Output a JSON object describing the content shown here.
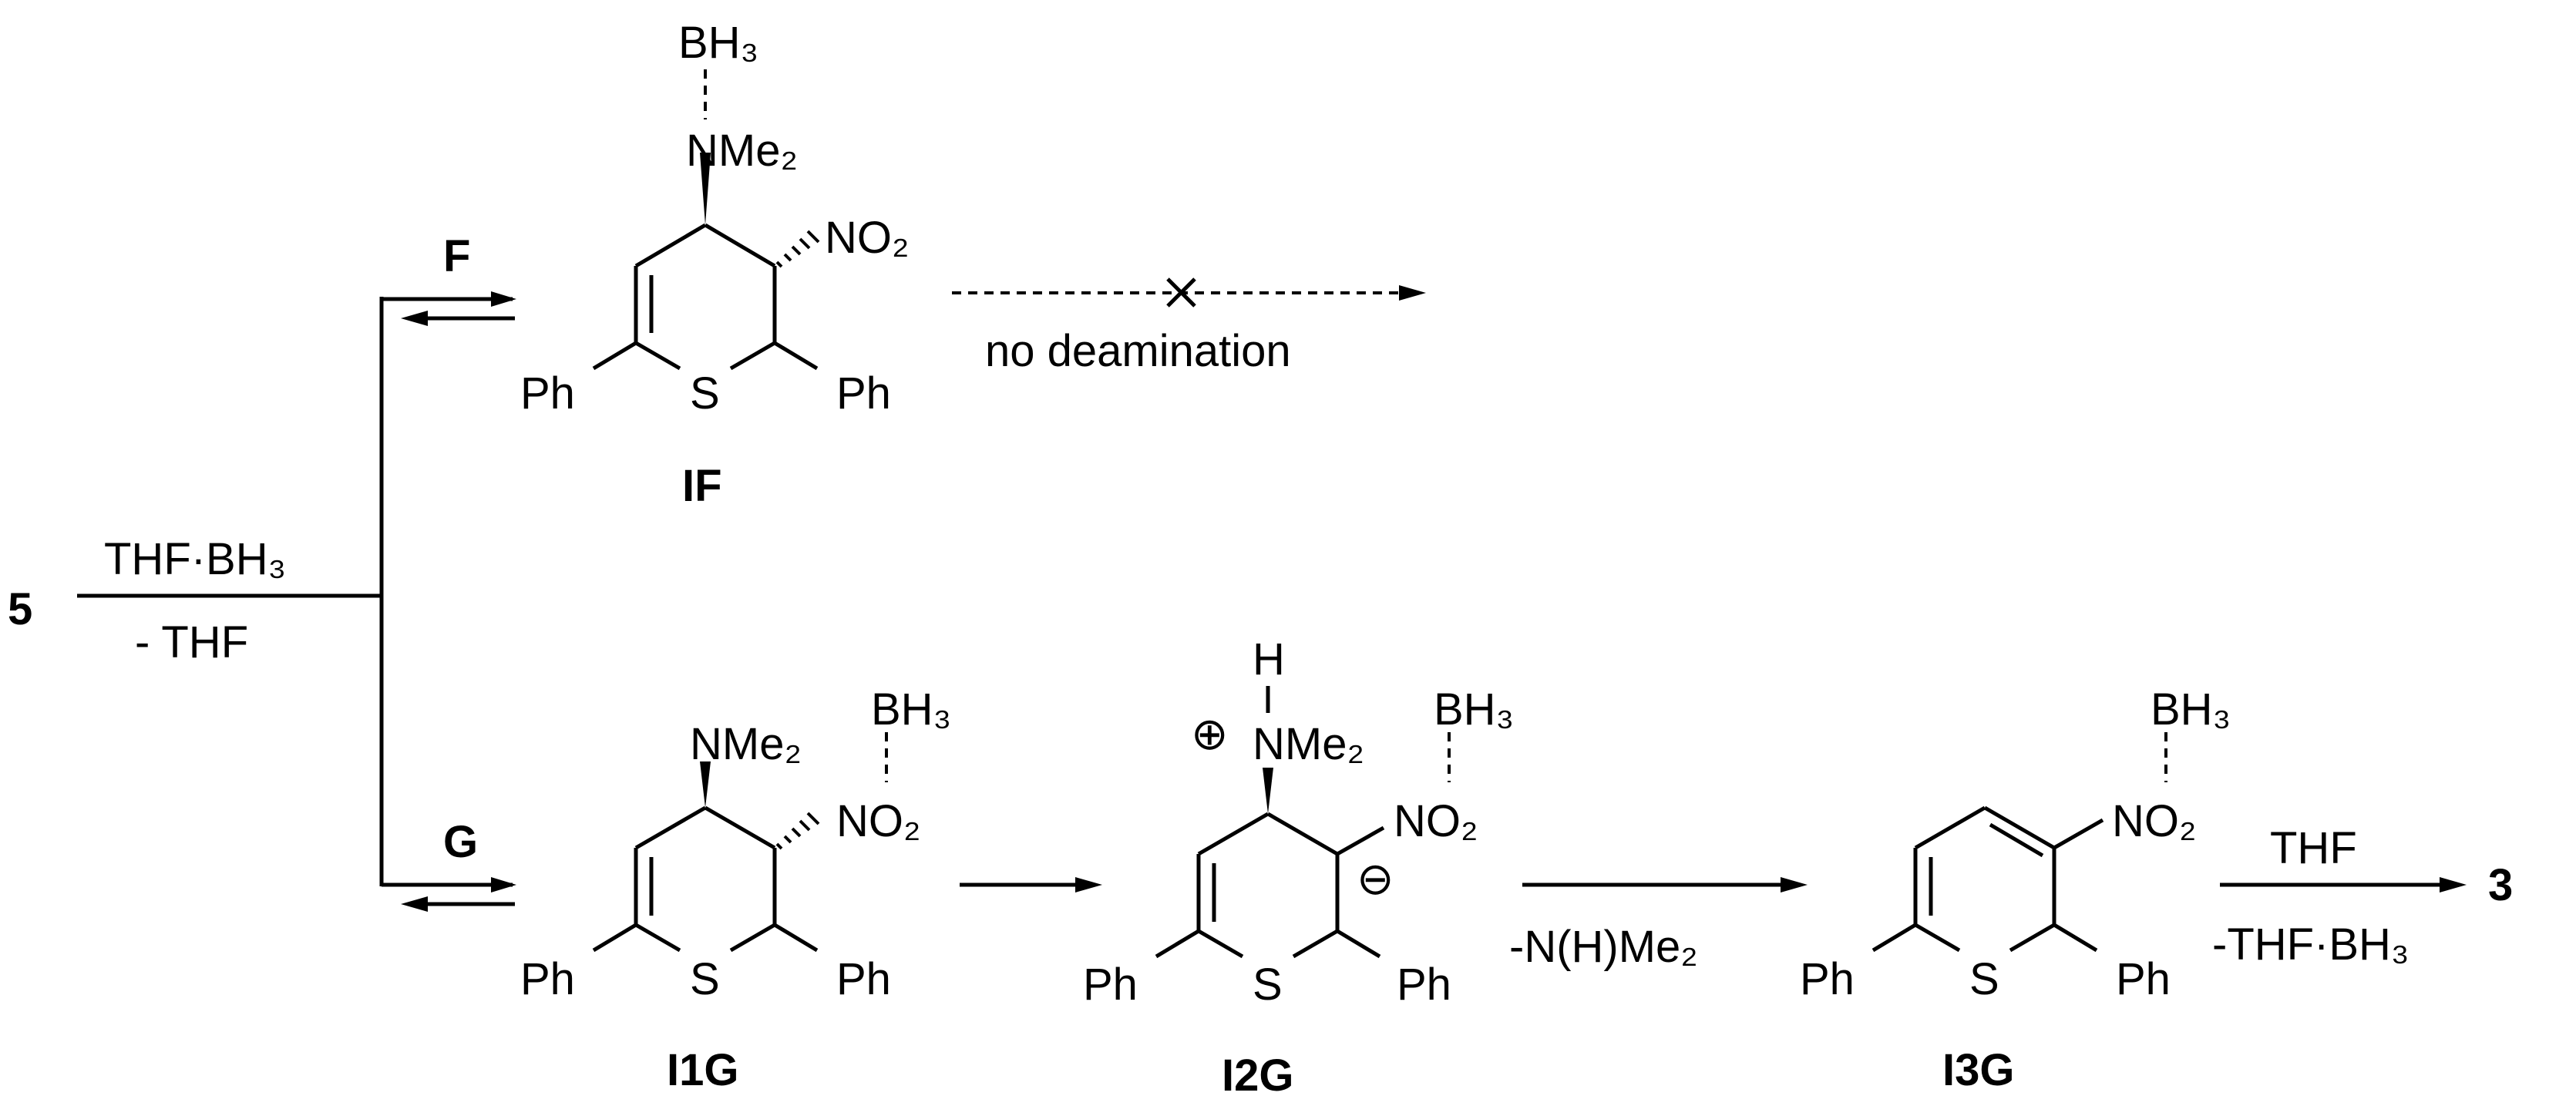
{
  "start_compound": "5",
  "product": "3",
  "reagent_main": {
    "above": "THF·BH₃",
    "below": "- THF"
  },
  "pathways": {
    "F": {
      "label": "F",
      "intermediate": "IF",
      "outcome": "no deamination"
    },
    "G": {
      "label": "G",
      "intermediates": [
        "I1G",
        "I2G",
        "I3G"
      ]
    }
  },
  "step_labels": {
    "deamination_below": "-N(H)Me₂",
    "final_above": "THF",
    "final_below": "-THF·BH₃"
  },
  "groups": {
    "bh3": "BH₃",
    "nme2": "NMe₂",
    "no2": "NO₂",
    "ph": "Ph",
    "s": "S",
    "h": "H",
    "plus": "⊕",
    "minus": "⊖"
  }
}
